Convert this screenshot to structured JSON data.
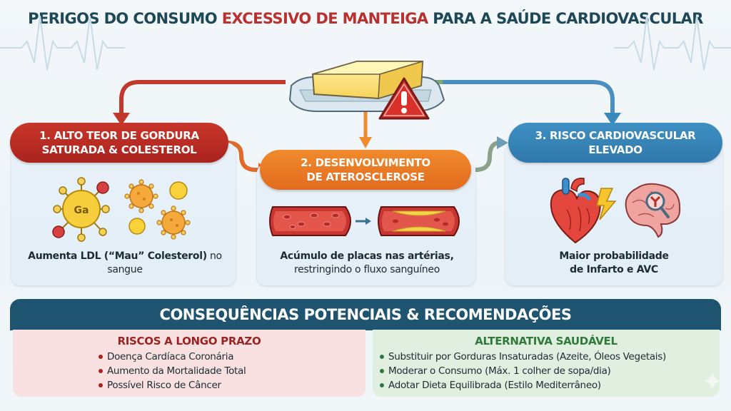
{
  "title": {
    "prefix": "PERIGOS DO CONSUMO ",
    "highlight": "EXCESSIVO DE MANTEIGA",
    "suffix": " PARA A SAÚDE CARDIOVASCULAR"
  },
  "colors": {
    "title": "#1d4858",
    "highlight": "#b8312e",
    "step1": "#b8302a",
    "step2": "#ec7a26",
    "step3": "#3a88bc",
    "bottom_header": "#1f5470",
    "risks_bg": "#f8e1e0",
    "alternative_bg": "#e0efdf"
  },
  "center_icon": {
    "name": "butter-dish-warning-icon"
  },
  "steps": [
    {
      "number": "1.",
      "title_line1": "1. ALTO TEOR DE GORDURA",
      "title_line2": "SATURADA & COLESTEROL",
      "icon_label": "Ga",
      "caption_bold": "Aumenta LDL (“Mau” Colesterol)",
      "caption_rest": " no sangue"
    },
    {
      "number": "2.",
      "title_line1": "2. DESENVOLVIMENTO",
      "title_line2": "DE ATEROSCLEROSE",
      "caption_bold": "Acúmulo de placas nas artérias,",
      "caption_rest": "restringindo o fluxo sanguíneo"
    },
    {
      "number": "3.",
      "title_line1": "3. RISCO CARDIOVASCULAR",
      "title_line2": "ELEVADO",
      "caption_bold": "Maior probabilidade de Infarto e AVC",
      "caption_rest": ""
    }
  ],
  "bottom": {
    "header": "CONSEQUÊNCIAS POTENCIAIS & RECOMENDAÇÕES",
    "risks": {
      "title": "RISCOS A LONGO PRAZO",
      "items": [
        "Doença Cardíaca Coronária",
        "Aumento da Mortalidade Total",
        "Possível Risco de Câncer"
      ]
    },
    "alternative": {
      "title": "ALTERNATIVA SAUDÁVEL",
      "items": [
        "Substituir por Gorduras Insaturadas (Azeite, Óleos Vegetais)",
        "Moderar o Consumo (Máx. 1 colher de sopa/dia)",
        "Adotar Dieta Equilibrada (Estilo Mediterrâneo)"
      ]
    }
  }
}
